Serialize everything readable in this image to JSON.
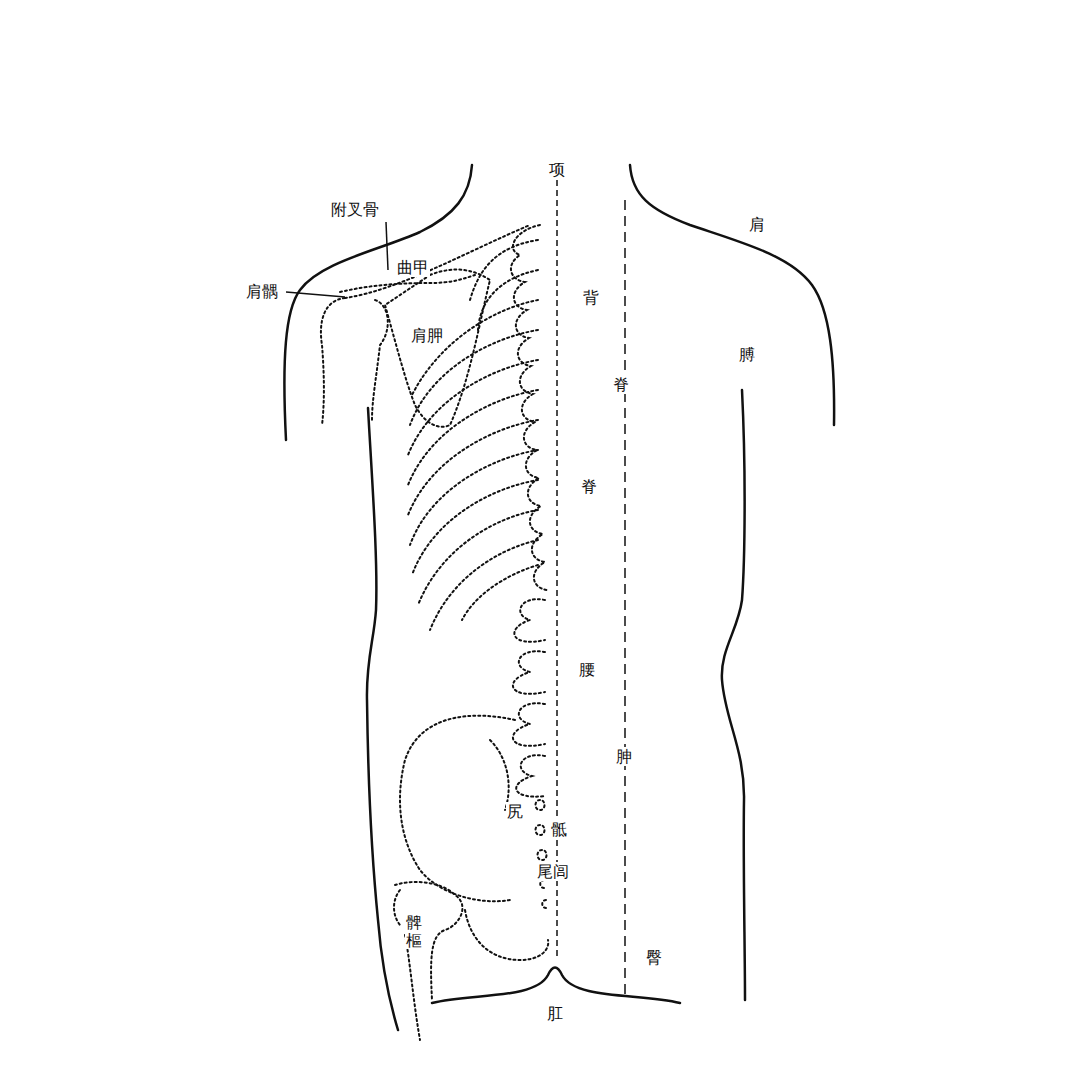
{
  "diagram": {
    "labels": [
      "项",
      "附叉骨",
      "曲甲",
      "肩",
      "肩髃",
      "背",
      "肩胛",
      "膊",
      "脊",
      "脊",
      "腰",
      "胂",
      "尻",
      "骶",
      "尾闾",
      "髀樞",
      "臀",
      "肛"
    ]
  }
}
